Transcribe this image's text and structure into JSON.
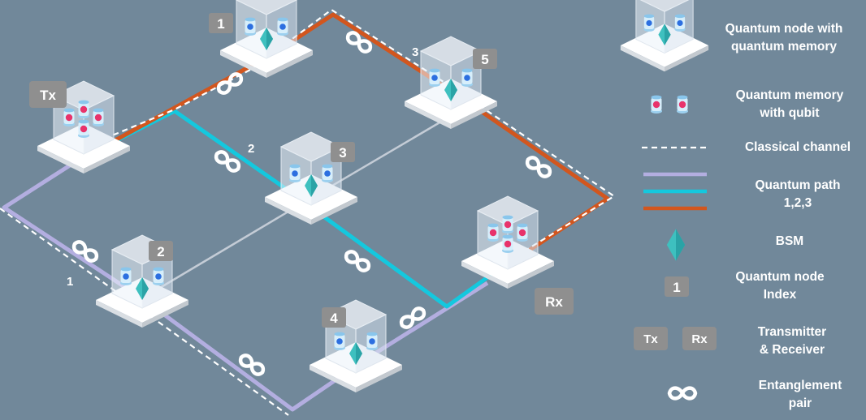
{
  "diagram": {
    "nodes": [
      {
        "index": "1"
      },
      {
        "index": "2"
      },
      {
        "index": "3"
      },
      {
        "index": "4"
      },
      {
        "index": "5"
      }
    ],
    "endpoints": {
      "tx": "Tx",
      "rx": "Rx"
    },
    "path_labels": {
      "p1": "1",
      "p2": "2",
      "p3": "3"
    },
    "colors": {
      "background": "#71889a",
      "path1": "#b3aee0",
      "path2": "#14c8de",
      "path3": "#d2561e",
      "classical": "#ffffff",
      "backbone": "#c4ccd6",
      "bsm": "#3ec0bf",
      "qubit": "#e8336b",
      "memory": "#2c6fe0",
      "badge": "#8f8f8f"
    }
  },
  "legend": {
    "node": "Quantum node with quantum memory",
    "node_l1": "Quantum node with",
    "node_l2": "quantum memory",
    "memory_l1": "Quantum memory",
    "memory_l2": "with qubit",
    "classical": "Classical channel",
    "qpath_l1": "Quantum path",
    "qpath_l2": "1,2,3",
    "bsm": "BSM",
    "index_sample": "1",
    "index_l1": "Quantum node",
    "index_l2": "Index",
    "tx_sample": "Tx",
    "rx_sample": "Rx",
    "txrx_l1": "Transmitter",
    "txrx_l2": "& Receiver",
    "ent_l1": "Entanglement",
    "ent_l2": "pair"
  }
}
